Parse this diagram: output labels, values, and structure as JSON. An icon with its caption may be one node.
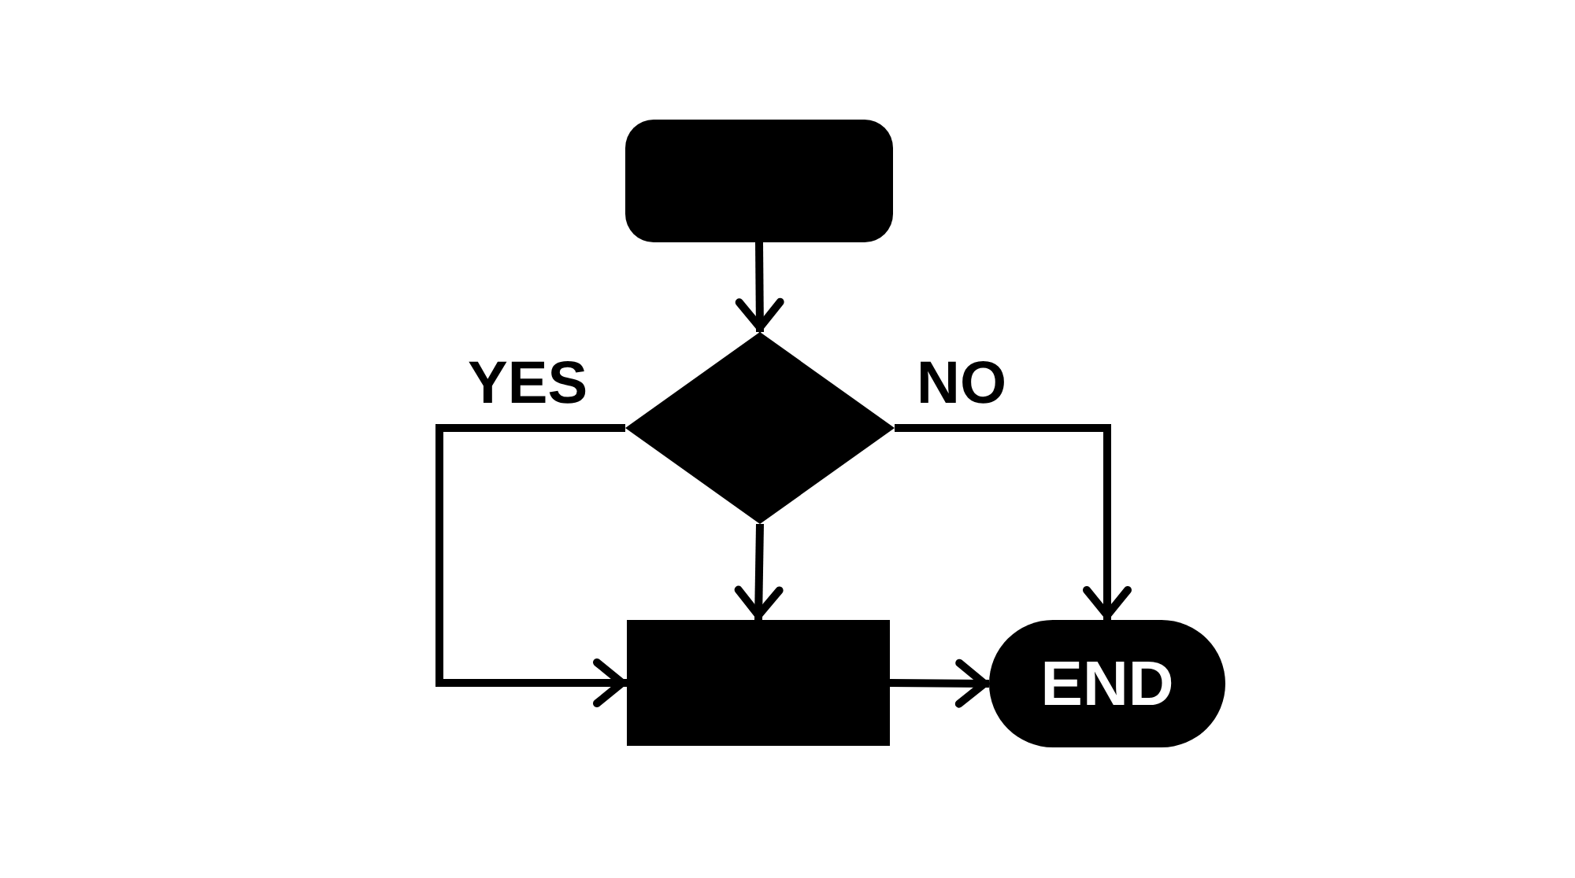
{
  "diagram": {
    "nodes": [
      {
        "text": [],
        "shape": "box"
      },
      {
        "text": [],
        "shape": "diamond"
      },
      {
        "text": [],
        "shape": "box"
      },
      {
        "text": [
          "END"
        ]
      }
    ],
    "edges": [
      {
        "from": 0,
        "to": 1,
        "arrow": "to"
      },
      {
        "from": 1,
        "to": 2,
        "arrow": "to",
        "label": "YES"
      },
      {
        "from": 1,
        "to": 3,
        "arrow": "to",
        "label": "NO"
      },
      {
        "from": 1,
        "to": 2,
        "arrow": "to"
      },
      {
        "from": 2,
        "to": 3,
        "arrow": "to"
      }
    ]
  }
}
